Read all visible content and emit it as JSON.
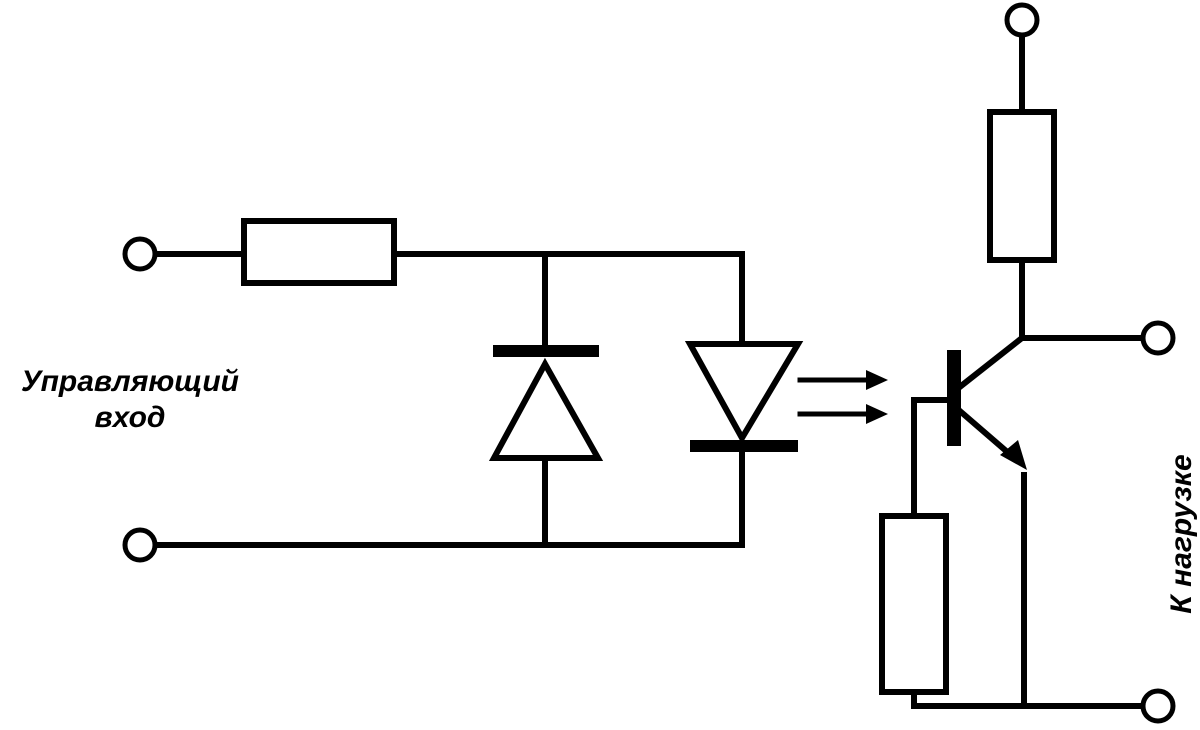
{
  "labels": {
    "control_input_line1": "Управляющий",
    "control_input_line2": "вход",
    "to_load": "К нагрузке"
  },
  "colors": {
    "line": "#000000",
    "background": "#ffffff"
  },
  "icons": [
    "input-terminal-top-icon",
    "input-terminal-bottom-icon",
    "collector-supply-terminal-icon",
    "output-terminal-top-icon",
    "output-terminal-bottom-icon",
    "protection-diode-icon",
    "led-icon",
    "phototransistor-icon",
    "light-arrow-icon"
  ]
}
